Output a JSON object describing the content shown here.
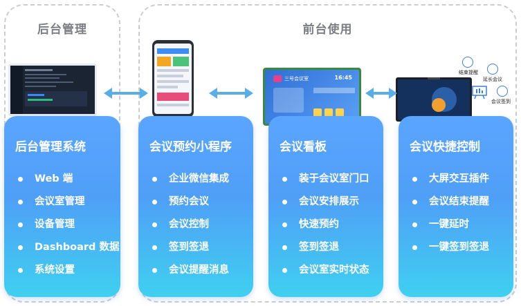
{
  "groups": {
    "backend": "后台管理",
    "frontend": "前台使用"
  },
  "cards": [
    {
      "title": "后台管理系统",
      "items": [
        "Web 端",
        "会议室管理",
        "设备管理",
        "Dashboard 数据",
        "系统设置"
      ]
    },
    {
      "title": "会议预约小程序",
      "items": [
        "企业微信集成",
        "预约会议",
        "会议控制",
        "签到签退",
        "会议提醒消息"
      ]
    },
    {
      "title": "会议看板",
      "items": [
        "装于会议室门口",
        "会议安排展示",
        "快速预约",
        "签到签退",
        "会议室实时状态"
      ]
    },
    {
      "title": "会议快捷控制",
      "items": [
        "大屏交互插件",
        "会议结束提醒",
        "一键延时",
        "一键签到签退"
      ]
    }
  ],
  "control_labels": {
    "end": "结束提醒",
    "extend": "延长会议",
    "signin": "会议签到"
  },
  "tablet": {
    "room_name": "三号会议室",
    "time": "16:45"
  },
  "colors": {
    "card_top": "#5aa5ff",
    "card_bottom": "#3fd0f0",
    "arrow": "#5aaee8",
    "group_border": "#c9cdd3"
  }
}
